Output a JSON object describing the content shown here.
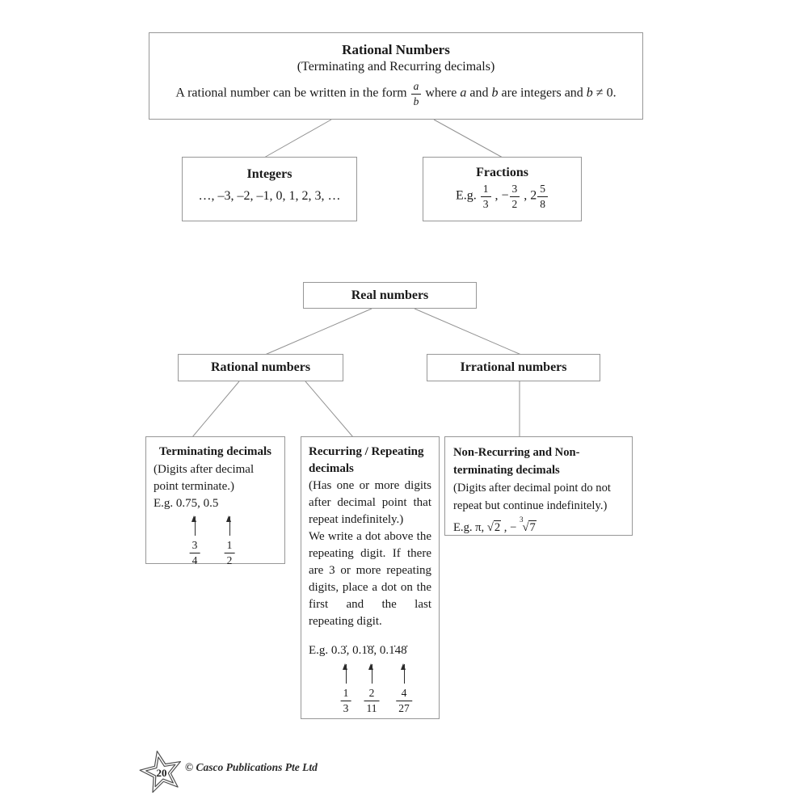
{
  "colors": {
    "box_border": "#979797",
    "connector": "#929292",
    "text": "#1a1a1a"
  },
  "diagram1": {
    "root": {
      "title": "Rational Numbers",
      "subtitle": "(Terminating and Recurring decimals)",
      "body_html": "A rational number can be written in the form <span class='fr fri'><span class='n'>a</span><span class='d'>b</span></span> where <i>a</i> and <i>b</i> are integers and <i>b</i> ≠ 0."
    },
    "integers": {
      "title": "Integers",
      "values": "…, –3, –2, –1, 0, 1, 2, 3, …"
    },
    "fractions": {
      "title": "Fractions",
      "examples_html": "E.g. <span class='fr'><span class='n'>1</span><span class='d'>3</span></span> , −<span class='fr'><span class='n'>3</span><span class='d'>2</span></span> , 2<span class='fr'><span class='n'>5</span><span class='d'>8</span></span>"
    }
  },
  "diagram2": {
    "real": {
      "title": "Real numbers"
    },
    "rational": {
      "title": "Rational numbers"
    },
    "irrational": {
      "title": "Irrational numbers"
    },
    "terminating": {
      "title": "Terminating decimals",
      "description": "(Digits after decimal point terminate.)",
      "example": "E.g. 0.75, 0.5",
      "fractions": [
        {
          "num": "3",
          "den": "4"
        },
        {
          "num": "1",
          "den": "2"
        }
      ]
    },
    "recurring": {
      "title": "Recurring / Repeating decimals",
      "description": "(Has one or more digits after decimal point that repeat indefinitely.)",
      "note": "We write a dot above the repeating digit. If there are 3 or more repeating digits, place a dot on the first and the last repeating digit.",
      "example": "E.g. 0.3̇, 0.1̇8̇, 0.1̇48̇",
      "fractions": [
        {
          "num": "1",
          "den": "3"
        },
        {
          "num": "2",
          "den": "11"
        },
        {
          "num": "4",
          "den": "27"
        }
      ]
    },
    "nonrecurring": {
      "title": "Non-Recurring and Non-terminating decimals",
      "description": "(Digits after decimal point do not repeat but continue indefinitely.)",
      "example_html": "E.g. π, <span class='sq'>√<span class='rad'>2</span></span> , − <span class='sq'><sup class='idx'>3</sup>√<span class='rad'>7</span></span>"
    }
  },
  "footer": {
    "page_number": "20",
    "copyright": "© Casco Publications Pte Ltd"
  }
}
